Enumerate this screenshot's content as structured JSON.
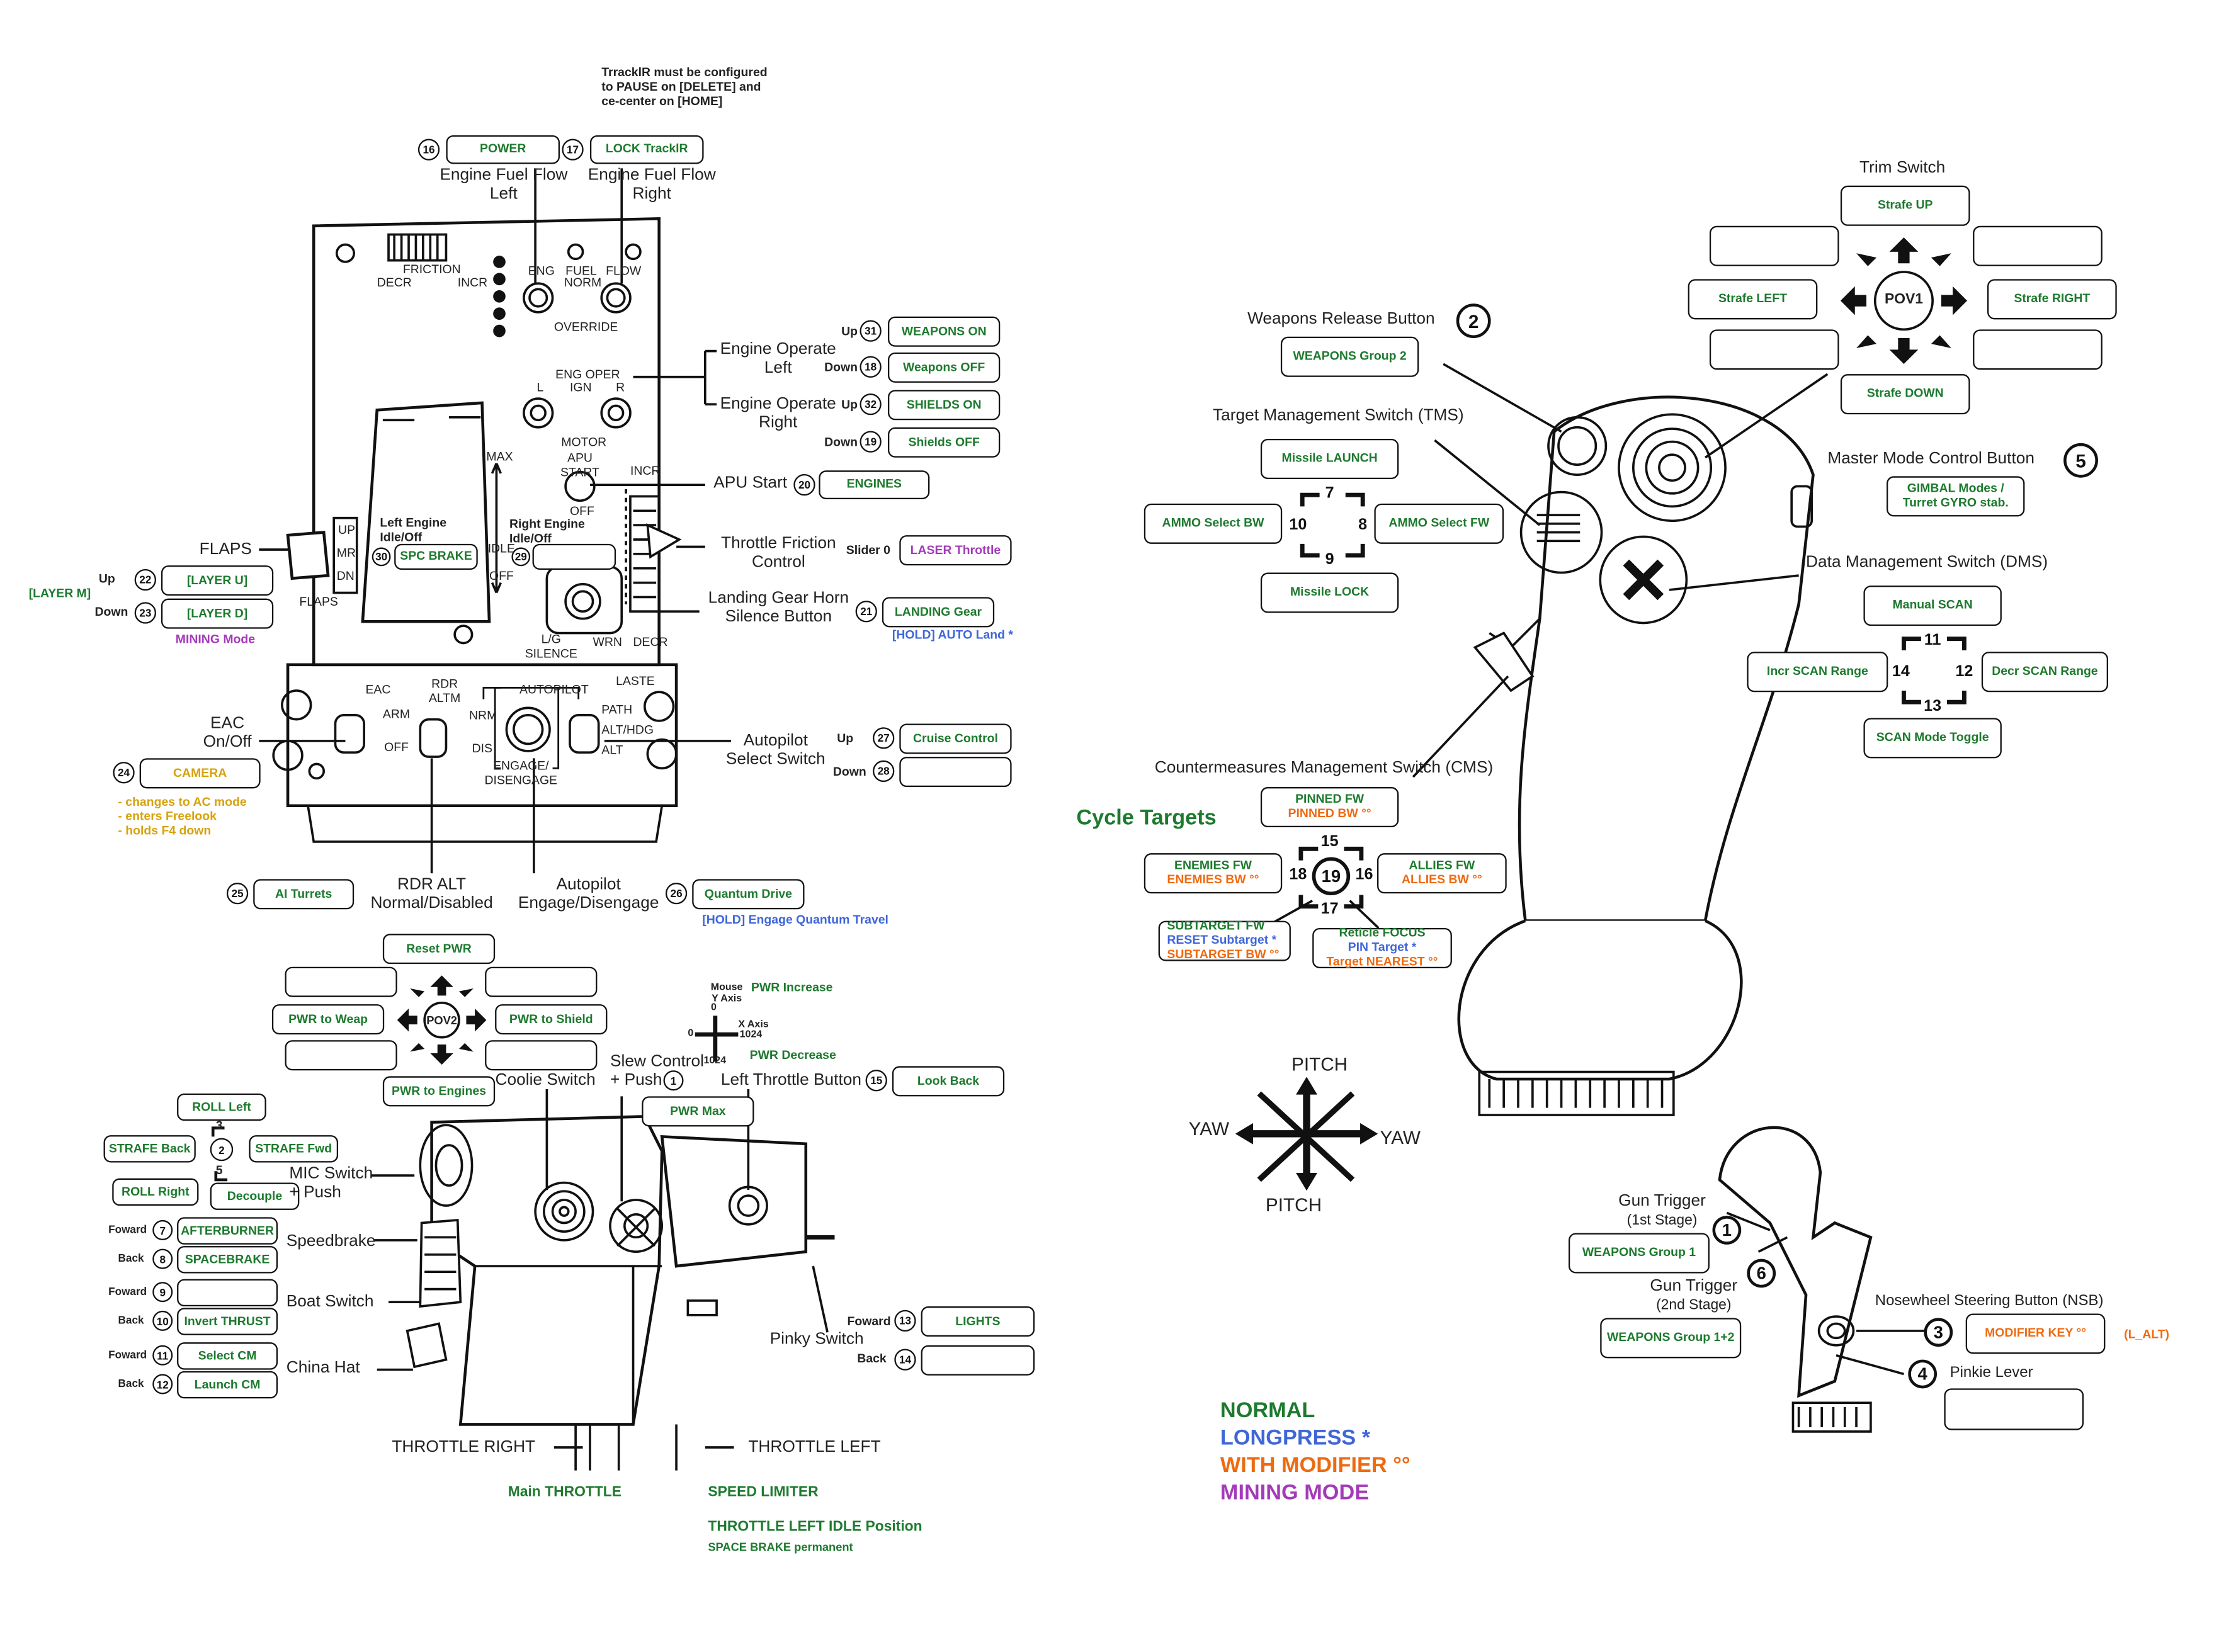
{
  "colors": {
    "normal": "#1d7a2e",
    "longpress": "#3f66d8",
    "modifier": "#ee6a10",
    "mining": "#a43ab9",
    "note": "#d6a20d"
  },
  "notes": {
    "trackir": "TrracklR must be configured\nto PAUSE on [DELETE] and\nce-center on [HOME]",
    "camera": "- changes to AC mode\n- enters Freelook\n- holds F4 down",
    "mining_mode": "MINING Mode",
    "layer_m": "[LAYER M]",
    "auto_land": "[HOLD] AUTO Land *",
    "quantum_hold": "[HOLD] Engage Quantum Travel"
  },
  "labels": {
    "fuel_left": "Engine Fuel Flow\nLeft",
    "fuel_right": "Engine Fuel Flow\nRight",
    "eng_op_left": "Engine Operate\nLeft",
    "eng_op_right": "Engine Operate\nRight",
    "apu": "APU Start",
    "friction": "Throttle Friction\nControl",
    "slider": "Slider 0",
    "gear_horn": "Landing Gear Horn\nSilence Button",
    "flaps": "FLAPS",
    "eac": "EAC\nOn/Off",
    "autopilot_sel": "Autopilot\nSelect Switch",
    "rdr_alt": "RDR ALT\nNormal/Disabled",
    "autopilot_eng": "Autopilot\nEngage/Disengage",
    "left_idle": "Left Engine\nIdle/Off",
    "right_idle": "Right Engine\nIdle/Off",
    "coolie": "Coolie Switch",
    "slew": "Slew Control\n+ Push",
    "left_throttle_btn": "Left Throttle Button",
    "mic": "MIC Switch\n+ Push",
    "speedbrake": "Speedbrake",
    "boat": "Boat Switch",
    "china": "China Hat",
    "pinky_sw": "Pinky Switch",
    "throttle_right": "THROTTLE RIGHT",
    "throttle_left": "THROTTLE LEFT",
    "main_throttle": "Main THROTTLE",
    "speed_limiter": "SPEED LIMITER",
    "idle_pos": "THROTTLE LEFT IDLE Position",
    "space_brake": "SPACE BRAKE permanent",
    "pwr_increase": "PWR Increase",
    "pwr_decrease": "PWR Decrease",
    "mouse_y": "Mouse\nY Axis",
    "x_axis": "X Axis",
    "v0a": "0",
    "v0b": "0",
    "v1024a": "1024",
    "v1024b": "1024",
    "up": "Up",
    "down": "Down",
    "forward": "Foward",
    "back": "Back",
    "trim": "Trim Switch",
    "weapons_release": "Weapons Release Button",
    "tms": "Target Management Switch (TMS)",
    "master_mode": "Master Mode Control Button",
    "dms": "Data Management Switch (DMS)",
    "cms": "Countermeasures Management Switch (CMS)",
    "cycle_targets": "Cycle Targets",
    "gun1": "Gun Trigger",
    "gun1s": "(1st Stage)",
    "gun2": "Gun Trigger",
    "gun2s": "(2nd Stage)",
    "nsb": "Nosewheel Steering Button (NSB)",
    "pinkie_lever": "Pinkie Lever",
    "l_alt": "(L_ALT)",
    "pitch": "PITCH",
    "yaw": "YAW"
  },
  "panel_text": {
    "friction": "FRICTION",
    "decr": "DECR",
    "incr": "INCR",
    "eng": "ENG",
    "fuel": "FUEL",
    "norm": "NORM",
    "flow": "FLOW",
    "r": "R",
    "override": "OVERRIDE",
    "eng_oper": "ENG OPER",
    "l": "L",
    "ign": "IGN",
    "motor": "MOTOR",
    "apu_start": "APU\nSTART",
    "off": "OFF",
    "max": "MAX",
    "idle": "IDLE",
    "up": "UP",
    "mr": "MR",
    "dn": "DN",
    "flaps": "FLAPS",
    "lg_silence": "L/G\nSILENCE",
    "wrn": "WRN",
    "eac": "EAC",
    "arm": "ARM",
    "rdr_altm": "RDR\nALTM",
    "autopilot": "AUTOPILOT",
    "laste": "LASTE",
    "path": "PATH",
    "alt_hdg": "ALT/HDG",
    "alt": "ALT",
    "nrm": "NRM",
    "dis": "DIS",
    "engage": "ENGAGE/\nDISENGAGE"
  },
  "boxes": {
    "power": "POWER",
    "lock_trackir": "LOCK TracklR",
    "weapons_on": "WEAPONS ON",
    "weapons_off": "Weapons OFF",
    "shields_on": "SHIELDS ON",
    "shields_off": "Shields OFF",
    "engines": "ENGINES",
    "laser_throttle": "LASER Throttle",
    "landing_gear": "LANDING Gear",
    "spc_brake": "SPC BRAKE",
    "layer_u": "[LAYER U]",
    "layer_d": "[LAYER D]",
    "camera": "CAMERA",
    "cruise": "Cruise Control",
    "ai_turrets": "AI Turrets",
    "quantum": "Quantum Drive",
    "reset_pwr": "Reset PWR",
    "pwr_weap": "PWR to Weap",
    "pwr_shield": "PWR to Shield",
    "pwr_engines": "PWR to Engines",
    "pwr_max": "PWR Max",
    "look_back": "Look Back",
    "roll_left": "ROLL Left",
    "strafe_back": "STRAFE Back",
    "strafe_fwd": "STRAFE Fwd",
    "roll_right": "ROLL Right",
    "decouple": "Decouple",
    "afterburner": "AFTERBURNER",
    "spacebrake": "SPACEBRAKE",
    "invert_thrust": "Invert THRUST",
    "select_cm": "Select CM",
    "launch_cm": "Launch CM",
    "lights": "LIGHTS",
    "strafe_up": "Strafe UP",
    "strafe_left": "Strafe LEFT",
    "strafe_right": "Strafe RIGHT",
    "strafe_down": "Strafe DOWN",
    "weapons_g2": "WEAPONS Group 2",
    "missile_launch": "Missile LAUNCH",
    "ammo_bw": "AMMO Select BW",
    "ammo_fw": "AMMO Select FW",
    "missile_lock": "Missile LOCK",
    "gimbal": "GIMBAL Modes /\nTurret GYRO stab.",
    "manual_scan": "Manual SCAN",
    "incr_scan": "Incr SCAN Range",
    "decr_scan": "Decr SCAN Range",
    "scan_toggle": "SCAN Mode Toggle",
    "pinned_fw": "PINNED FW",
    "pinned_bw": "PINNED BW °°",
    "enemies_fw": "ENEMIES FW",
    "enemies_bw": "ENEMIES BW °°",
    "allies_fw": "ALLIES FW",
    "allies_bw": "ALLIES BW °°",
    "sub_fw": "SUBTARGET FW",
    "sub_reset": "RESET Subtarget *",
    "sub_bw": "SUBTARGET BW °°",
    "reticle": "Reticle FOCUS",
    "pin_target": "PIN Target *",
    "target_nearest": "Target NEAREST °°",
    "weapons_g1": "WEAPONS Group 1",
    "weapons_g12": "WEAPONS Group 1+2",
    "modifier_key": "MODIFIER KEY °°"
  },
  "pov": {
    "pov1": "POV1",
    "pov2": "POV2"
  },
  "numbers": {
    "n1": "1",
    "n2": "2",
    "n3": "3",
    "n4": "4",
    "n5": "5",
    "n6": "6",
    "n7": "7",
    "n8": "8",
    "n9": "9",
    "n10": "10",
    "n11": "11",
    "n12": "12",
    "n13": "13",
    "n14": "14",
    "n15": "15",
    "n16": "16",
    "n17": "17",
    "n18": "18",
    "n19": "19",
    "n20": "20",
    "n21": "21",
    "n22": "22",
    "n23": "23",
    "n24": "24",
    "n25": "25",
    "n26": "26",
    "n27": "27",
    "n28": "28",
    "n29": "29",
    "n30": "30",
    "n31": "31",
    "n32": "32"
  },
  "legend": {
    "normal": "NORMAL",
    "longpress": "LONGPRESS *",
    "modifier": "WITH MODIFIER °°",
    "mining": "MINING MODE"
  }
}
